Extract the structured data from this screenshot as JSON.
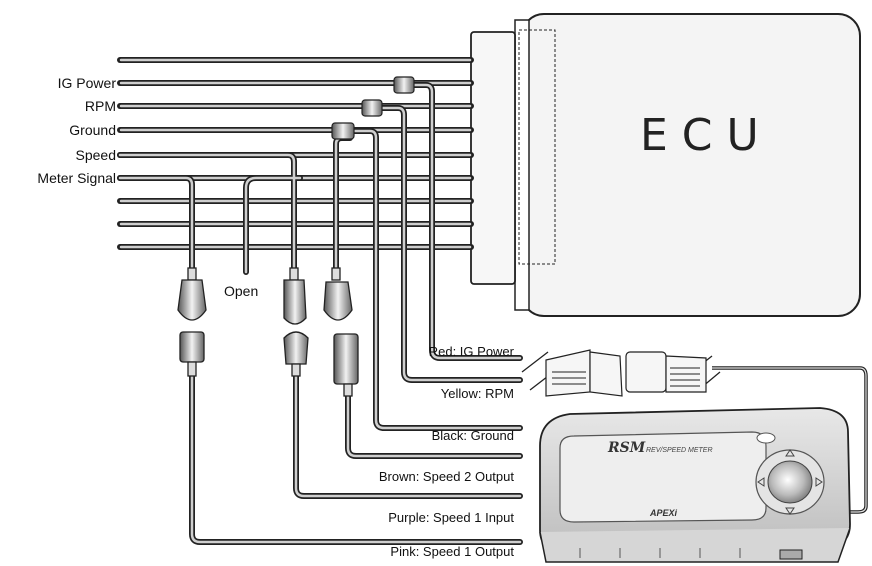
{
  "ecu": {
    "label": "ECU"
  },
  "signals": {
    "ig_power": "IG Power",
    "rpm": "RPM",
    "ground": "Ground",
    "speed": "Speed",
    "meter_signal": "Meter Signal"
  },
  "open_label": "Open",
  "wires": {
    "red": "Red: IG Power",
    "yellow": "Yellow: RPM",
    "black": "Black: Ground",
    "brown": "Brown: Speed 2 Output",
    "purple": "Purple: Speed 1 Input",
    "pink": "Pink: Speed 1 Output"
  },
  "unit": {
    "brand_logo": "RSM",
    "subtitle": "REV/SPEED METER",
    "maker_logo": "APEXi"
  }
}
